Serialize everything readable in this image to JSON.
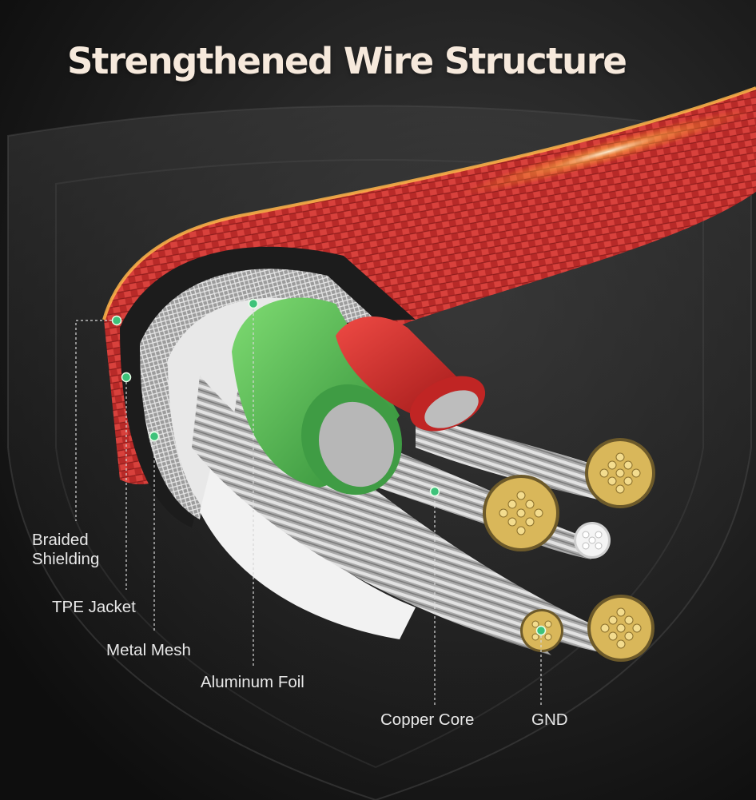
{
  "title": "Strengthened Wire Structure",
  "labels": {
    "braided_shielding": "Braided\nShielding",
    "tpe_jacket": "TPE Jacket",
    "metal_mesh": "Metal Mesh",
    "aluminum_foil": "Aluminum Foil",
    "copper_core": "Copper Core",
    "gnd": "GND"
  },
  "colors": {
    "background": "#141414",
    "braid_red": "#c8322f",
    "inner_green": "#4cae4c",
    "inner_red": "#d32a2a",
    "marker_green": "#3ec27a",
    "copper_gold": "#e3c26a",
    "silver": "#c9c9c9"
  }
}
